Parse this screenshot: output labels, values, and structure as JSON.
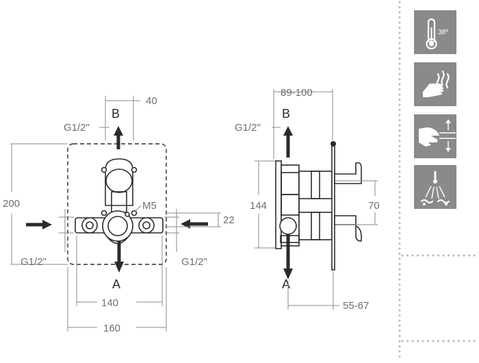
{
  "front_view": {
    "port_top": "B",
    "port_bottom": "A",
    "dim_40": "40",
    "dim_thread_top": "G1/2\"",
    "dim_200": "200",
    "dim_m5": "M5",
    "dim_22": "22",
    "dim_thread_left": "G1/2\"",
    "dim_thread_right": "G1/2\"",
    "dim_140": "140",
    "dim_160": "160"
  },
  "side_view": {
    "port_top": "B",
    "port_bottom": "A",
    "dim_depth": "89-100",
    "dim_thread": "G1/2\"",
    "dim_144": "144",
    "dim_70": "70",
    "dim_depth_bottom": "55-67"
  },
  "icons": [
    {
      "name": "thermometer-icon",
      "label": "38º"
    },
    {
      "name": "hand-heat-icon"
    },
    {
      "name": "hand-flow-icon"
    },
    {
      "name": "shower-mode-icon"
    }
  ],
  "colors": {
    "icon_bg": "#8a8a8a",
    "ink": "#2b2b2b",
    "dim": "#6e6e6e",
    "dots": "#b9b9b9"
  }
}
